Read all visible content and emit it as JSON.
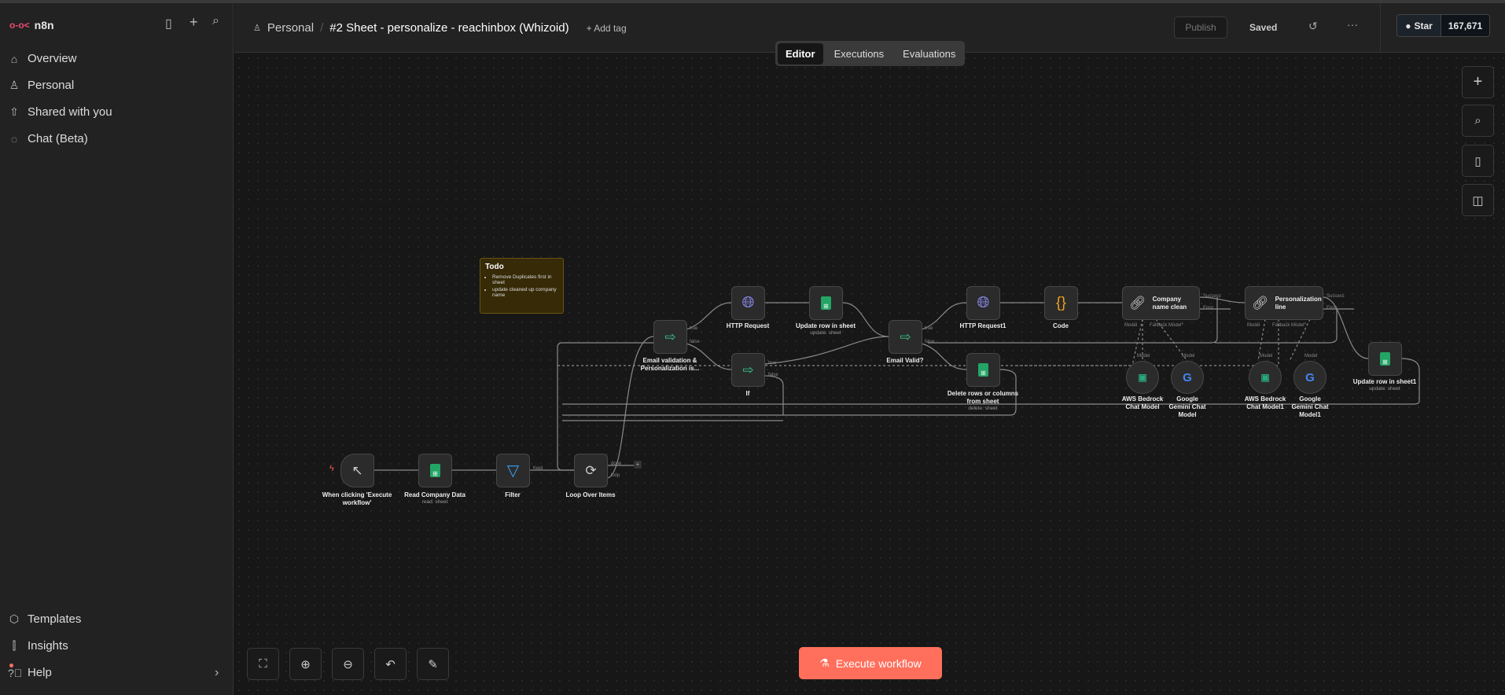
{
  "sidebar": {
    "brand": "n8n",
    "items": [
      {
        "label": "Overview",
        "icon": "home-icon"
      },
      {
        "label": "Personal",
        "icon": "user-icon"
      },
      {
        "label": "Shared with you",
        "icon": "share-icon"
      },
      {
        "label": "Chat (Beta)",
        "icon": "chat-icon"
      }
    ],
    "bottom_items": [
      {
        "label": "Templates",
        "icon": "box-icon"
      },
      {
        "label": "Insights",
        "icon": "chart-icon"
      },
      {
        "label": "Help",
        "icon": "help-icon"
      }
    ]
  },
  "header": {
    "breadcrumb_project": "Personal",
    "separator": "/",
    "workflow_title": "#2 Sheet - personalize - reachinbox (Whizoid)",
    "add_tag": "+ Add tag",
    "publish": "Publish",
    "saved": "Saved",
    "star": "Star",
    "star_count": "167,671"
  },
  "tabs": [
    {
      "label": "Editor",
      "active": true
    },
    {
      "label": "Executions"
    },
    {
      "label": "Evaluations"
    }
  ],
  "note": {
    "title": "Todo",
    "items": [
      "Remove Duplicates first in sheet",
      "update cleaned up company name"
    ]
  },
  "nodes": {
    "trigger": {
      "label": "When clicking 'Execute workflow'"
    },
    "read": {
      "label": "Read Company Data",
      "sub": "read: sheet"
    },
    "filter": {
      "label": "Filter",
      "port": "Kept"
    },
    "loop": {
      "label": "Loop Over Items",
      "port_done": "done",
      "port_loop": "loop"
    },
    "email_validation": {
      "label": "Email validation & Personalization is...",
      "port_true": "true",
      "port_false": "false"
    },
    "http": {
      "label": "HTTP Request"
    },
    "update": {
      "label": "Update row in sheet",
      "sub": "update: sheet"
    },
    "if": {
      "label": "If",
      "port_true": "true",
      "port_false": "false"
    },
    "email_valid": {
      "label": "Email Valid?",
      "port_true": "true",
      "port_false": "false"
    },
    "http1": {
      "label": "HTTP Request1"
    },
    "code": {
      "label": "Code"
    },
    "company": {
      "label": "Company name clean",
      "port_success": "Success",
      "port_error": "Error",
      "port_model": "Model",
      "port_fallback": "Fallback Model*"
    },
    "personalization": {
      "label": "Personalization line",
      "port_success": "Success",
      "port_error": "Error",
      "port_model": "Model",
      "port_fallback": "Fallback Model*"
    },
    "delete": {
      "label": "Delete rows or columns from sheet",
      "sub": "delete: sheet"
    },
    "update1": {
      "label": "Update row in sheet1",
      "sub": "update: sheet"
    },
    "aws": {
      "label": "AWS Bedrock Chat Model",
      "port": "Model"
    },
    "gemini": {
      "label": "Google Gemini Chat Model",
      "port": "Model"
    },
    "aws1": {
      "label": "AWS Bedrock Chat Model1",
      "port": "Model"
    },
    "gemini1": {
      "label": "Google Gemini Chat Model1",
      "port": "Model"
    }
  },
  "execute": "Execute workflow",
  "colors": {
    "accent": "#ff6f5c",
    "note_bg": "#362a07",
    "sheets_green": "#23a566",
    "if_green": "#35c48a",
    "http_blue": "#8c8cf0",
    "filter_blue": "#3aa0f0",
    "code_orange": "#f0a020"
  }
}
